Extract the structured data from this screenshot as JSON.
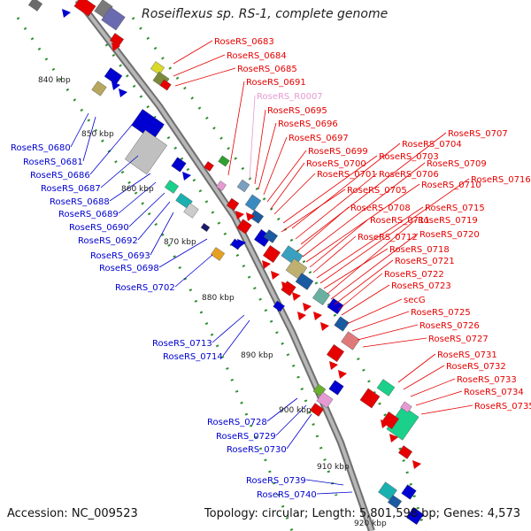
{
  "title": "Roseiflexus sp. RS-1, complete genome",
  "footer": {
    "accession": "Accession: NC_009523",
    "summary": "Topology: circular; Length: 5,801,598 bp; Genes: 4,573"
  },
  "colors": {
    "backbone": "#8a8a8a",
    "tick": "#2f8f2f",
    "forward": "#e60000",
    "reverse": "#0000d0",
    "rna": "#e69ad2"
  },
  "kbp_labels": [
    "840 kbp",
    "850 kbp",
    "860 kbp",
    "870 kbp",
    "880 kbp",
    "890 kbp",
    "900 kbp",
    "910 kbp",
    "920 kbp"
  ],
  "right_labels": [
    {
      "text": "RoseRS_0683",
      "color": "#e60000"
    },
    {
      "text": "RoseRS_0684",
      "color": "#e60000"
    },
    {
      "text": "RoseRS_0685",
      "color": "#e60000"
    },
    {
      "text": "RoseRS_0691",
      "color": "#e60000"
    },
    {
      "text": "RoseRS_R0007",
      "color": "#e69ad2"
    },
    {
      "text": "RoseRS_0695",
      "color": "#e60000"
    },
    {
      "text": "RoseRS_0696",
      "color": "#e60000"
    },
    {
      "text": "RoseRS_0697",
      "color": "#e60000"
    },
    {
      "text": "RoseRS_0699",
      "color": "#e60000"
    },
    {
      "text": "RoseRS_0700",
      "color": "#e60000"
    },
    {
      "text": "RoseRS_0701",
      "color": "#e60000"
    },
    {
      "text": "RoseRS_0703",
      "color": "#e60000"
    },
    {
      "text": "RoseRS_0704",
      "color": "#e60000"
    },
    {
      "text": "RoseRS_0705",
      "color": "#e60000"
    },
    {
      "text": "RoseRS_0706",
      "color": "#e60000"
    },
    {
      "text": "RoseRS_0707",
      "color": "#e60000"
    },
    {
      "text": "RoseRS_0708",
      "color": "#e60000"
    },
    {
      "text": "RoseRS_0709",
      "color": "#e60000"
    },
    {
      "text": "RoseRS_0710",
      "color": "#e60000"
    },
    {
      "text": "RoseRS_0711",
      "color": "#e60000"
    },
    {
      "text": "RoseRS_0712",
      "color": "#e60000"
    },
    {
      "text": "RoseRS_0715",
      "color": "#e60000"
    },
    {
      "text": "RoseRS_0716",
      "color": "#e60000"
    },
    {
      "text": "RoseRS_0718",
      "color": "#e60000"
    },
    {
      "text": "RoseRS_0719",
      "color": "#e60000"
    },
    {
      "text": "RoseRS_0720",
      "color": "#e60000"
    },
    {
      "text": "RoseRS_0721",
      "color": "#e60000"
    },
    {
      "text": "RoseRS_0722",
      "color": "#e60000"
    },
    {
      "text": "RoseRS_0723",
      "color": "#e60000"
    },
    {
      "text": "secG",
      "color": "#e60000"
    },
    {
      "text": "RoseRS_0725",
      "color": "#e60000"
    },
    {
      "text": "RoseRS_0726",
      "color": "#e60000"
    },
    {
      "text": "RoseRS_0727",
      "color": "#e60000"
    },
    {
      "text": "RoseRS_0731",
      "color": "#e60000"
    },
    {
      "text": "RoseRS_0732",
      "color": "#e60000"
    },
    {
      "text": "RoseRS_0733",
      "color": "#e60000"
    },
    {
      "text": "RoseRS_0734",
      "color": "#e60000"
    },
    {
      "text": "RoseRS_0735",
      "color": "#e60000"
    }
  ],
  "left_labels": [
    {
      "text": "RoseRS_0680",
      "color": "#0000d0"
    },
    {
      "text": "RoseRS_0681",
      "color": "#0000d0"
    },
    {
      "text": "RoseRS_0686",
      "color": "#0000d0"
    },
    {
      "text": "RoseRS_0687",
      "color": "#0000d0"
    },
    {
      "text": "RoseRS_0688",
      "color": "#0000d0"
    },
    {
      "text": "RoseRS_0689",
      "color": "#0000d0"
    },
    {
      "text": "RoseRS_0690",
      "color": "#0000d0"
    },
    {
      "text": "RoseRS_0692",
      "color": "#0000d0"
    },
    {
      "text": "RoseRS_0693",
      "color": "#0000d0"
    },
    {
      "text": "RoseRS_0698",
      "color": "#0000d0"
    },
    {
      "text": "RoseRS_0702",
      "color": "#0000d0"
    },
    {
      "text": "RoseRS_0713",
      "color": "#0000d0"
    },
    {
      "text": "RoseRS_0714",
      "color": "#0000d0"
    },
    {
      "text": "RoseRS_0728",
      "color": "#0000d0"
    },
    {
      "text": "RoseRS_0729",
      "color": "#0000d0"
    },
    {
      "text": "RoseRS_0730",
      "color": "#0000d0"
    },
    {
      "text": "RoseRS_0739",
      "color": "#0000d0"
    },
    {
      "text": "RoseRS_0740",
      "color": "#0000d0"
    }
  ]
}
